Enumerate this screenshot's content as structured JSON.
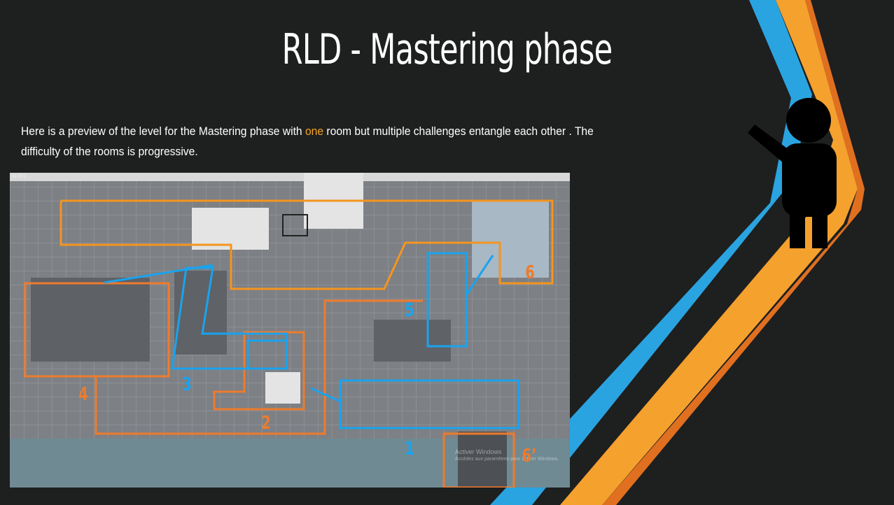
{
  "slide": {
    "title": "RLD - Mastering phase",
    "description_before": "Here is a preview of the level for the Mastering phase with ",
    "description_highlight": "one",
    "description_after": " room but multiple challenges entangle each other . The difficulty of the rooms is progressive."
  },
  "screenshot": {
    "fps": "58 FPS",
    "watermark_title": "Activer Windows",
    "watermark_sub": "Accédez aux paramètres pour activer Windows.",
    "labels": {
      "r1": "1",
      "r2": "2",
      "r3": "3",
      "r4": "4",
      "r5": "5",
      "r6": "6",
      "r6b": "6’"
    }
  },
  "colors": {
    "orange": "#ee7b2c",
    "blue": "#1aa3ee",
    "stripe_blue": "#2aa4e0",
    "stripe_orange": "#f7a030",
    "background": "#1e1f1f"
  }
}
